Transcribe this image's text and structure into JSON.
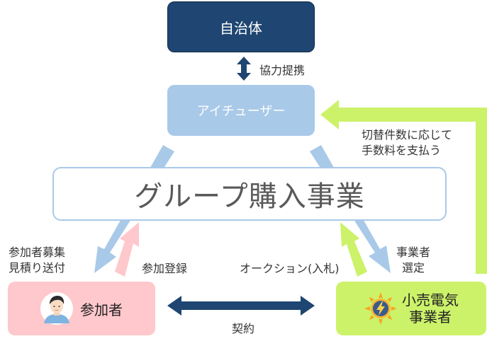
{
  "nodes": {
    "local_government": "自治体",
    "ichigi": "アイチューザー",
    "group_purchase": "グループ購入事業",
    "participant": "参加者",
    "retailer_line1": "小売電気",
    "retailer_line2": "事業者"
  },
  "labels": {
    "cooperation": "協力提携",
    "fee_line1": "切替件数に応じて",
    "fee_line2": "手数料を支払う",
    "recruit_line1": "参加者募集",
    "recruit_line2": "見積り送付",
    "register": "参加登録",
    "auction": "オークション(入札)",
    "select_line1": "事業者",
    "select_line2": "選定",
    "contract": "契約"
  },
  "icons": {
    "participant": "person-icon",
    "retailer": "lightning-bolt-icon"
  },
  "colors": {
    "local_government": "#1f4672",
    "ichigi": "#a9c9e8",
    "group_border": "#a9c9e8",
    "participant": "#ffc8cc",
    "retailer": "#ccf26a",
    "arrow_navy": "#1f4672",
    "arrow_blue": "#a9c9e8",
    "arrow_pink": "#ffc8cc",
    "arrow_green": "#ccf26a"
  }
}
